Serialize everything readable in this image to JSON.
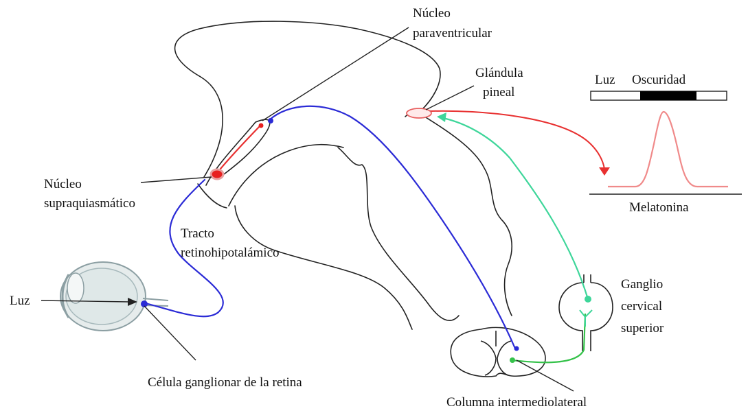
{
  "labels": {
    "nucleo_paraventricular_1": "Núcleo",
    "nucleo_paraventricular_2": "paraventricular",
    "glandula_pineal_1": "Glándula",
    "glandula_pineal_2": "pineal",
    "luz_bar": "Luz",
    "oscuridad": "Oscuridad",
    "nucleo_supra_1": "Núcleo",
    "nucleo_supra_2": "supraquiasmático",
    "tracto_1": "Tracto",
    "tracto_2": "retinohipotalámico",
    "melatonina": "Melatonina",
    "luz_eye": "Luz",
    "ganglio_1": "Ganglio",
    "ganglio_2": "cervical",
    "ganglio_3": "superior",
    "celula": "Célula ganglionar de la retina",
    "columna": "Columna intermediolateral"
  },
  "colors": {
    "retinal_pathway": "#2b2bd6",
    "scn_pathway": "#e83030",
    "sympathetic_pathway": "#3ed69a",
    "pineal_output": "#e83030",
    "melatonin_curve": "#f08a8a",
    "outline": "#222222"
  }
}
